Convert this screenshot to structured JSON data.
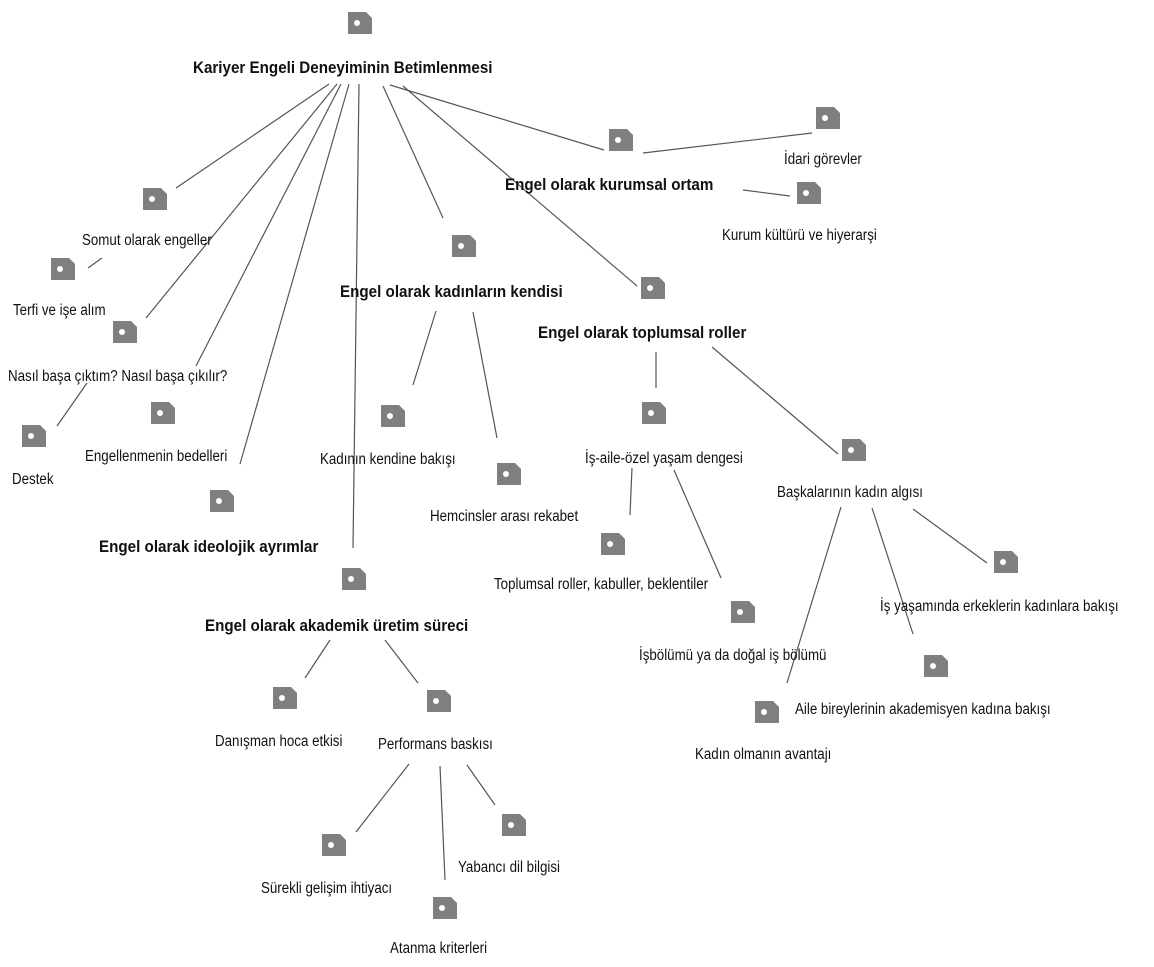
{
  "diagram": {
    "root": "Kariyer Engeli Deneyiminin Betimlenmesi",
    "nodes": [
      {
        "id": "root",
        "label": "Kariyer Engeli Deneyiminin Betimlenmesi",
        "bold": true
      },
      {
        "id": "kurumsal",
        "label": "Engel olarak kurumsal ortam",
        "bold": true
      },
      {
        "id": "idari",
        "label": "İdari görevler"
      },
      {
        "id": "kultur",
        "label": "Kurum kültürü ve hiyerarşi"
      },
      {
        "id": "somut",
        "label": "Somut olarak engeller"
      },
      {
        "id": "terfi",
        "label": "Terfi ve işe alım"
      },
      {
        "id": "nasil",
        "label": "Nasıl başa çıktım? Nasıl başa çıkılır?"
      },
      {
        "id": "destek",
        "label": "Destek"
      },
      {
        "id": "bedel",
        "label": "Engellenmenin bedelleri"
      },
      {
        "id": "ideoloji",
        "label": "Engel olarak ideolojik ayrımlar",
        "bold": true
      },
      {
        "id": "kadin",
        "label": "Engel olarak kadınların kendisi",
        "bold": true
      },
      {
        "id": "kendi",
        "label": "Kadının kendine bakışı"
      },
      {
        "id": "hemcins",
        "label": "Hemcinsler arası rekabet"
      },
      {
        "id": "toplumsal",
        "label": "Engel olarak toplumsal roller",
        "bold": true
      },
      {
        "id": "isaile",
        "label": "İş-aile-özel yaşam dengesi"
      },
      {
        "id": "roller",
        "label": "Toplumsal roller, kabuller, beklentiler"
      },
      {
        "id": "isbolumu",
        "label": "İşbölümü ya da doğal iş bölümü"
      },
      {
        "id": "baskalari",
        "label": "Başkalarının kadın algısı"
      },
      {
        "id": "erkek",
        "label": "İş yaşamında erkeklerin kadınlara bakışı"
      },
      {
        "id": "aile",
        "label": "Aile bireylerinin akademisyen kadına bakışı"
      },
      {
        "id": "avantaj",
        "label": "Kadın olmanın avantajı"
      },
      {
        "id": "akademik",
        "label": "Engel olarak akademik üretim süreci",
        "bold": true
      },
      {
        "id": "danisman",
        "label": "Danışman hoca etkisi"
      },
      {
        "id": "performans",
        "label": "Performans baskısı"
      },
      {
        "id": "gelisim",
        "label": "Sürekli gelişim ihtiyacı"
      },
      {
        "id": "dil",
        "label": "Yabancı dil bilgisi"
      },
      {
        "id": "atanma",
        "label": "Atanma kriterleri"
      }
    ],
    "edges": [
      [
        "root",
        "kurumsal"
      ],
      [
        "kurumsal",
        "idari"
      ],
      [
        "kurumsal",
        "kultur"
      ],
      [
        "root",
        "somut"
      ],
      [
        "somut",
        "terfi"
      ],
      [
        "root",
        "nasil"
      ],
      [
        "nasil",
        "destek"
      ],
      [
        "root",
        "bedel"
      ],
      [
        "root",
        "ideoloji"
      ],
      [
        "root",
        "kadin"
      ],
      [
        "kadin",
        "kendi"
      ],
      [
        "kadin",
        "hemcins"
      ],
      [
        "root",
        "toplumsal"
      ],
      [
        "toplumsal",
        "isaile"
      ],
      [
        "isaile",
        "roller"
      ],
      [
        "isaile",
        "isbolumu"
      ],
      [
        "toplumsal",
        "baskalari"
      ],
      [
        "baskalari",
        "erkek"
      ],
      [
        "baskalari",
        "aile"
      ],
      [
        "baskalari",
        "avantaj"
      ],
      [
        "root",
        "akademik"
      ],
      [
        "akademik",
        "danisman"
      ],
      [
        "akademik",
        "performans"
      ],
      [
        "performans",
        "gelisim"
      ],
      [
        "performans",
        "dil"
      ],
      [
        "performans",
        "atanma"
      ]
    ],
    "colors": {
      "tag": "#7f7f7f",
      "tag_hole": "#ffffff",
      "line": "#555555",
      "text": "#111111"
    },
    "icon": "tag-icon"
  }
}
